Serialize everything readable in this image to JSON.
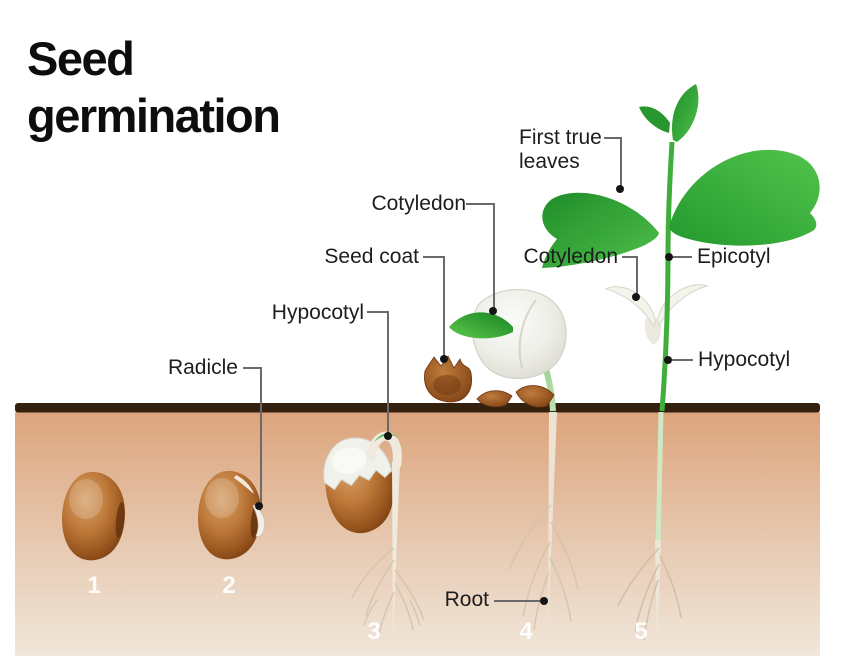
{
  "title": "Seed\ngermination",
  "labels": {
    "radicle": "Radicle",
    "hypocotyl_stage3": "Hypocotyl",
    "seed_coat": "Seed coat",
    "cotyledon_stage4": "Cotyledon",
    "first_true_leaves": "First true\nleaves",
    "cotyledon_stage5": "Cotyledon",
    "epicotyl": "Epicotyl",
    "hypocotyl_stage5": "Hypocotyl",
    "root": "Root"
  },
  "stage_numbers": [
    "1",
    "2",
    "3",
    "4",
    "5"
  ],
  "colors": {
    "background": "#ffffff",
    "title_text": "#0d0d0d",
    "label_text": "#1d1d1d",
    "leader_line": "#6a6a6a",
    "ground_line": "#33200f",
    "soil_top": "#dca47c",
    "soil_bottom": "#f1e7da",
    "seed_brown": "#bd7838",
    "seed_coat_dark": "#7c3f12",
    "cotyledon_white": "#efefe9",
    "leaf_green_dark": "#1f8d29",
    "leaf_green_light": "#4fbf4a",
    "stem_green": "#3fae3b",
    "root_white": "#ece3d4",
    "stage_number_text": "#ffffff"
  }
}
